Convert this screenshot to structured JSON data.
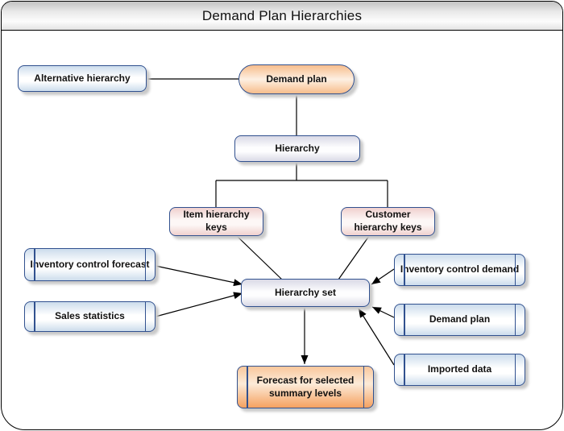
{
  "title": "Demand Plan Hierarchies",
  "nodes": {
    "alternative_hierarchy": {
      "label": "Alternative hierarchy",
      "shape": "rounded-rect",
      "color": "blue"
    },
    "demand_plan_top": {
      "label": "Demand plan",
      "shape": "pill",
      "color": "peach"
    },
    "hierarchy": {
      "label": "Hierarchy",
      "shape": "rounded-rect",
      "color": "lavender"
    },
    "item_hierarchy_keys": {
      "label": "Item hierarchy keys",
      "shape": "rounded-rect",
      "color": "pink"
    },
    "customer_hierarchy_keys": {
      "label": "Customer hierarchy keys",
      "shape": "rounded-rect",
      "color": "pink"
    },
    "inventory_control_forecast": {
      "label": "Inventory control forecast",
      "shape": "stored-data",
      "color": "blue"
    },
    "sales_statistics": {
      "label": "Sales statistics",
      "shape": "stored-data",
      "color": "blue"
    },
    "hierarchy_set": {
      "label": "Hierarchy set",
      "shape": "rounded-rect",
      "color": "lavender"
    },
    "inventory_control_demand": {
      "label": "Inventory control demand",
      "shape": "stored-data",
      "color": "blue"
    },
    "demand_plan_right": {
      "label": "Demand plan",
      "shape": "stored-data",
      "color": "blue"
    },
    "imported_data": {
      "label": "Imported data",
      "shape": "stored-data",
      "color": "blue"
    },
    "forecast_summary_levels": {
      "label": "Forecast for selected summary levels",
      "shape": "stored-data",
      "color": "orange"
    }
  },
  "edges": [
    {
      "from": "alternative_hierarchy",
      "to": "demand_plan_top",
      "arrow": false
    },
    {
      "from": "demand_plan_top",
      "to": "hierarchy",
      "arrow": false
    },
    {
      "from": "hierarchy",
      "to": "item_hierarchy_keys",
      "arrow": false
    },
    {
      "from": "hierarchy",
      "to": "customer_hierarchy_keys",
      "arrow": false
    },
    {
      "from": "item_hierarchy_keys",
      "to": "hierarchy_set",
      "arrow": false
    },
    {
      "from": "customer_hierarchy_keys",
      "to": "hierarchy_set",
      "arrow": false
    },
    {
      "from": "inventory_control_forecast",
      "to": "hierarchy_set",
      "arrow": true
    },
    {
      "from": "sales_statistics",
      "to": "hierarchy_set",
      "arrow": true
    },
    {
      "from": "inventory_control_demand",
      "to": "hierarchy_set",
      "arrow": true
    },
    {
      "from": "demand_plan_right",
      "to": "hierarchy_set",
      "arrow": true
    },
    {
      "from": "imported_data",
      "to": "hierarchy_set",
      "arrow": true
    },
    {
      "from": "hierarchy_set",
      "to": "forecast_summary_levels",
      "arrow": true
    }
  ],
  "colors": {
    "node_border": "#31518f",
    "line": "#000000",
    "text": "#111111",
    "shadow": "#c9c9c9",
    "blue_edge": "#ccdcec",
    "blue_mid": "#ffffff",
    "lavender_edge": "#d9d9e6",
    "lavender_mid": "#fdfdfe",
    "pink_edge": "#f0d0ce",
    "pink_mid": "#fdf7f6",
    "peach_edge": "#f7bd8c",
    "peach_mid": "#fdf0e3",
    "orange_top": "#f9c79c",
    "orange_mid": "#fcebd9",
    "orange_bottom": "#f5a160"
  }
}
